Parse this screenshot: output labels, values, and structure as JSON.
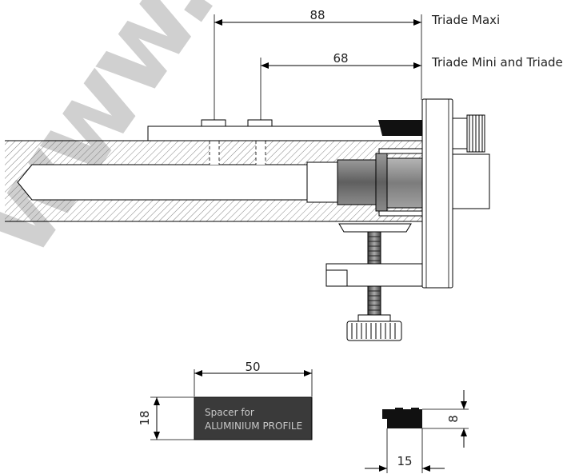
{
  "labels": {
    "maxi": "Triade Maxi",
    "mini": "Triade Mini and Triade"
  },
  "dimensions": {
    "d88": "88",
    "d68": "68",
    "d50": "50",
    "d18": "18",
    "d15": "15",
    "d8": "8"
  },
  "spacer": {
    "line1": "Spacer for",
    "line2": "ALUMINIUM PROFILE"
  },
  "watermark": "www.",
  "colors": {
    "line": "#000000",
    "hatch": "#555555",
    "spacer_fill": "#3a3a3a",
    "spacer_text": "#c8c8c8",
    "cylinder_dark": "#6f6f6f",
    "cylinder_light": "#a9a9a9",
    "black_part": "#111111"
  }
}
